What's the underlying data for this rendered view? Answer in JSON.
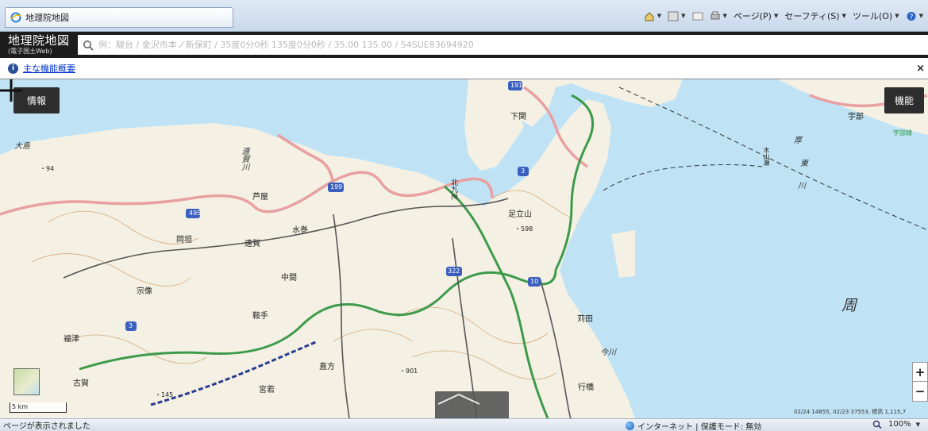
{
  "browser": {
    "tab_title": "地理院地図",
    "toolbar": {
      "page": "ページ(P)",
      "safety": "セーフティ(S)",
      "tools": "ツール(O)"
    }
  },
  "app": {
    "logo_title": "地理院地図",
    "logo_sub": "(電子国土Web)",
    "search_placeholder": "例：駿台 / 金沢市本ノ新保町 / 35度0分0秒 135度0分0秒 / 35.00 135.00 / 54SUE83694920"
  },
  "notice": {
    "link": "主な機能概要",
    "close": "×"
  },
  "map": {
    "info_button": "情報",
    "function_button": "機能",
    "zoom_in": "+",
    "zoom_out": "−",
    "scale": "5 km",
    "coords": "02/24 14855, 02/23 37553, 標高 1,115,7",
    "labels": {
      "oshima": "大島",
      "h94": "・94",
      "ongagawa": "遠賀川",
      "ashiya": "芦屋",
      "okagaki": "岡垣",
      "onga": "遠賀",
      "mizumaki": "水巻",
      "nakama": "中間",
      "munakata": "宗像",
      "kurate": "鞍手",
      "fukutsu": "福津",
      "koga": "古賀",
      "nogata": "直方",
      "miyawaka": "宮若",
      "h145": "・145",
      "h901": "・901",
      "ashitatsu": "足立山",
      "h598": "・598",
      "shimonoseki": "下関",
      "kanda": "苅田",
      "imagawa": "今川",
      "yukuhashi": "行橋",
      "suo": "周",
      "kotoh": "厚",
      "higashi": "東",
      "kawa": "川",
      "konoyama": "木山瀬",
      "ubeline": "宇部線",
      "ube": "宇部",
      "kita": "北九州",
      "r3": "3",
      "r199": "199",
      "r495": "495",
      "r322": "322",
      "r10": "10",
      "r191": "191"
    }
  },
  "status": {
    "text": "ページが表示されました",
    "zone": "インターネット | 保護モード: 無効",
    "zoom": "100%"
  },
  "colors": {
    "sea": "#bfe3f5",
    "land": "#f4f1e4",
    "header": "#1c1c1c",
    "road_national": "#e8a0a0",
    "railway": "#2f9a4b"
  }
}
